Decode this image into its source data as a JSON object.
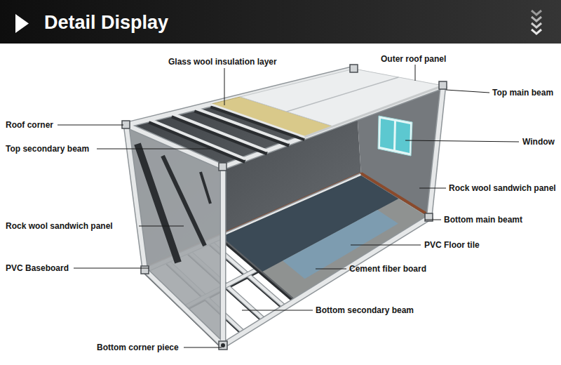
{
  "diagram": {
    "title": "Detail Display",
    "labels": [
      "Glass wool insulation layer",
      "Outer roof panel",
      "Roof corner",
      "Top main beam",
      "Top secondary beam",
      "Window",
      "Rock wool sandwich panel",
      "Rock wool sandwich panel",
      "Bottom main beamt",
      "PVC Floor tile",
      "PVC Baseboard",
      "Cement fiber board",
      "Bottom secondary beam",
      "Bottom corner piece"
    ]
  }
}
